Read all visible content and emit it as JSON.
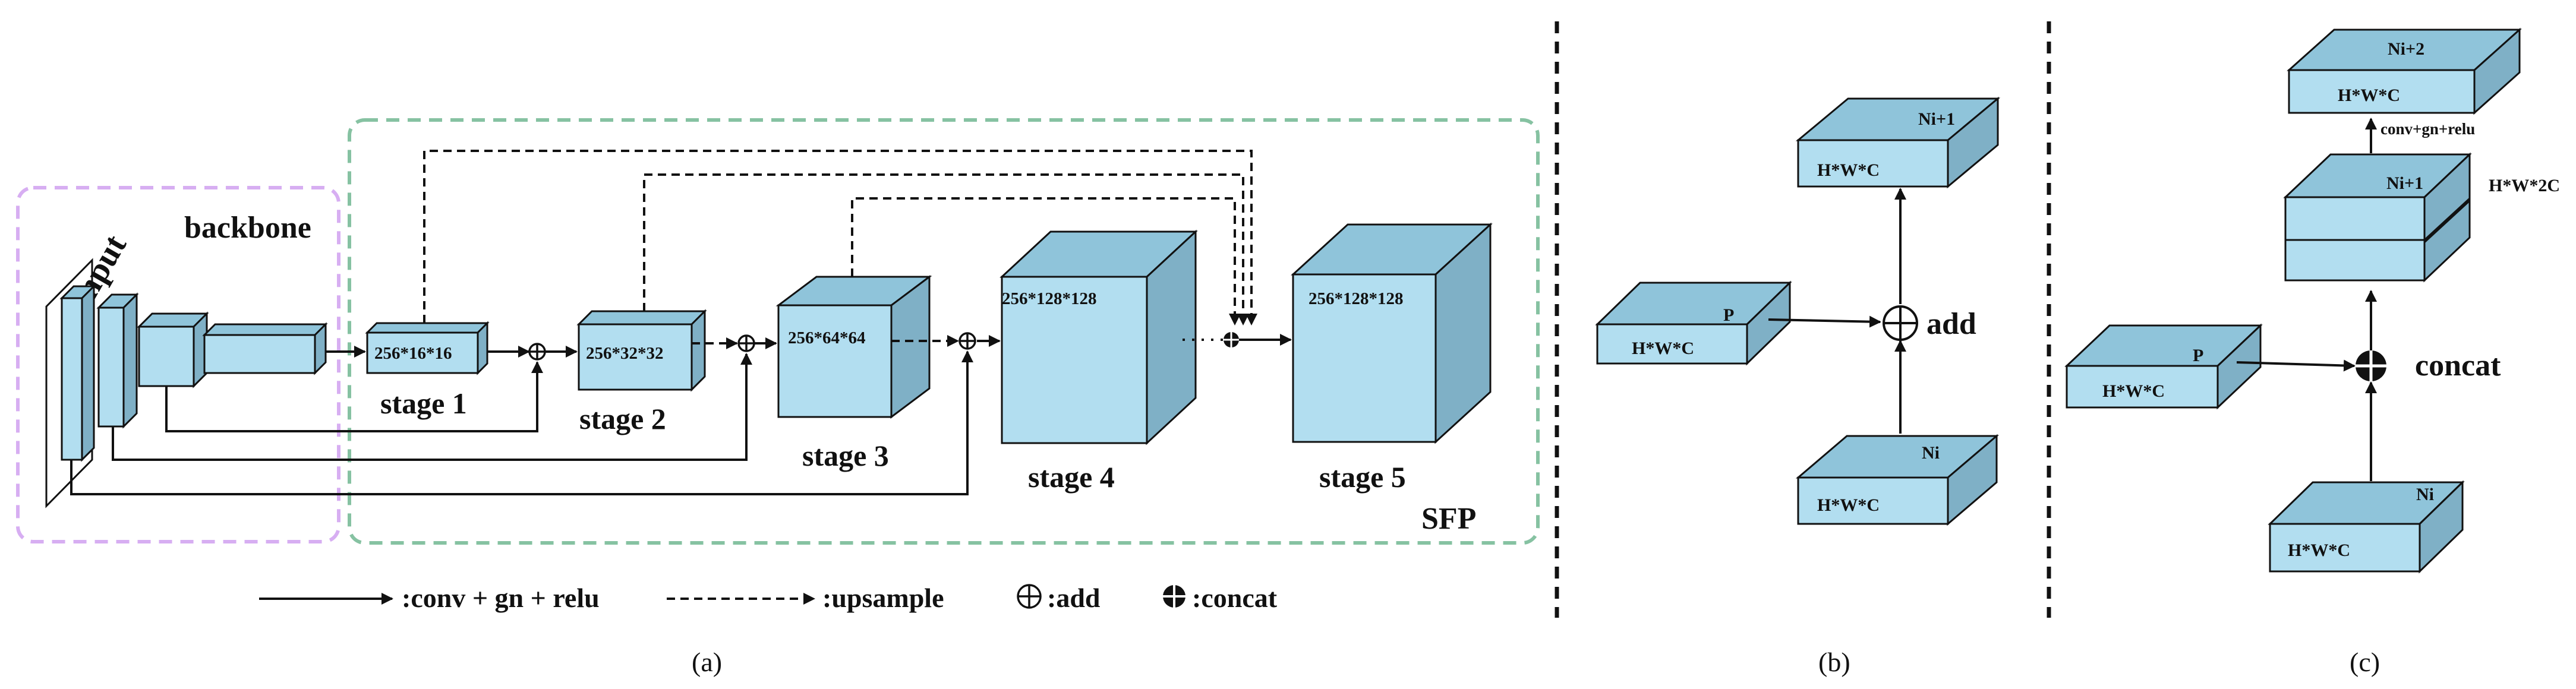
{
  "colors": {
    "box_front": "#b2def0",
    "box_top": "#8fc4da",
    "box_side": "#7fb0c6",
    "backbone_border": "#d7aef2",
    "sfp_border": "#86c2a2",
    "line": "#111111"
  },
  "panel_a": {
    "input_label": "input",
    "backbone_label": "backbone",
    "sfp_label": "SFP",
    "stages": [
      {
        "label": "stage 1",
        "size": "256*16*16"
      },
      {
        "label": "stage 2",
        "size": "256*32*32"
      },
      {
        "label": "stage 3",
        "size": "256*64*64"
      },
      {
        "label": "stage 4",
        "size": "256*128*128"
      },
      {
        "label": "stage 5",
        "size": "256*128*128"
      }
    ],
    "legend": {
      "conv": ":conv + gn + relu",
      "upsample": ":upsample",
      "add": ":add",
      "concat": ":concat"
    },
    "caption": "(a)"
  },
  "panel_b": {
    "top_box": {
      "name": "Ni+1",
      "size": "H*W*C"
    },
    "left_box": {
      "name": "P",
      "size": "H*W*C"
    },
    "bottom_box": {
      "name": "Ni",
      "size": "H*W*C"
    },
    "op_label": "add",
    "caption": "(b)"
  },
  "panel_c": {
    "top_box": {
      "name": "Ni+2",
      "size": "H*W*C"
    },
    "conv_label": "conv+gn+relu",
    "stack_box": {
      "name": "Ni+1",
      "size": "H*W*2C"
    },
    "left_box": {
      "name": "P",
      "size": "H*W*C"
    },
    "bottom_box": {
      "name": "Ni",
      "size": "H*W*C"
    },
    "op_label": "concat",
    "caption": "(c)"
  }
}
